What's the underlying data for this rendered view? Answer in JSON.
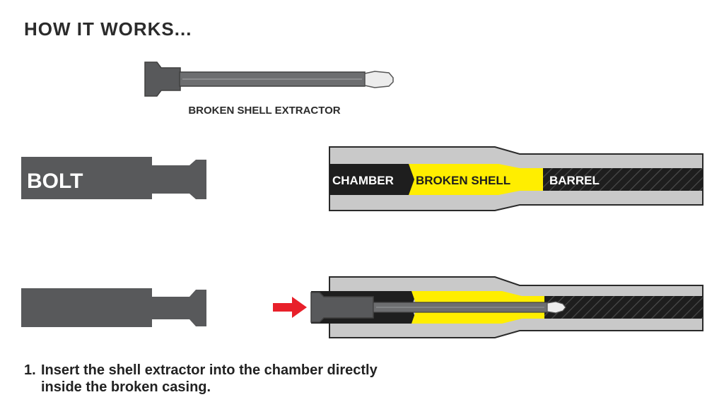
{
  "title": "HOW IT WORKS...",
  "extractor_label": "BROKEN SHELL EXTRACTOR",
  "bolt_label": "BOLT",
  "barrel_labels": {
    "chamber": "CHAMBER",
    "broken_shell": "BROKEN SHELL",
    "barrel": "BARREL"
  },
  "instructions": {
    "number": "1.",
    "line1": "Insert the shell extractor into the chamber directly",
    "line2": "inside the broken casing."
  },
  "colors": {
    "dark_gray": "#58595b",
    "light_gray": "#c9c9c9",
    "bore_black": "#1e1e1e",
    "shell_yellow": "#ffee00",
    "arrow_red": "#e8202a",
    "text": "#2b2b2b"
  },
  "icons": [
    "right-arrow-icon"
  ]
}
